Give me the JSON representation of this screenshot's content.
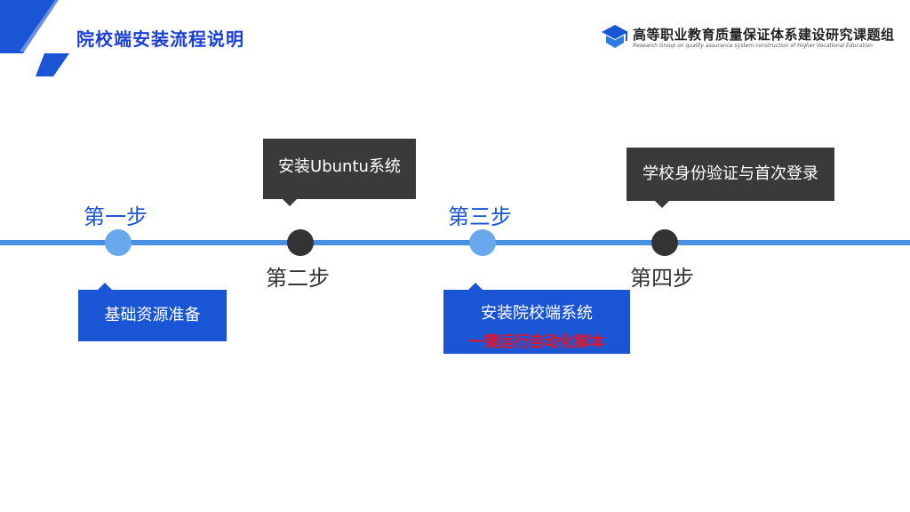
{
  "header": {
    "title": "院校端安装流程说明"
  },
  "logo": {
    "cn": "高等职业教育质量保证体系建设研究课题组",
    "en": "Research Group on quality assurance system construction of Higher Vocational Education"
  },
  "colors": {
    "accent_blue": "#1a55d6",
    "line_blue": "#4a90e2",
    "dark_box": "#3a3a3a",
    "highlight_red": "#e0162b"
  },
  "steps": [
    {
      "label": "第一步",
      "box": "基础资源准备"
    },
    {
      "label": "第二步",
      "box": "安装Ubuntu系统"
    },
    {
      "label": "第三步",
      "box": "安装院校端系统",
      "highlight": "一键运行自动化脚本"
    },
    {
      "label": "第四步",
      "box": "学校身份验证与首次登录"
    }
  ]
}
